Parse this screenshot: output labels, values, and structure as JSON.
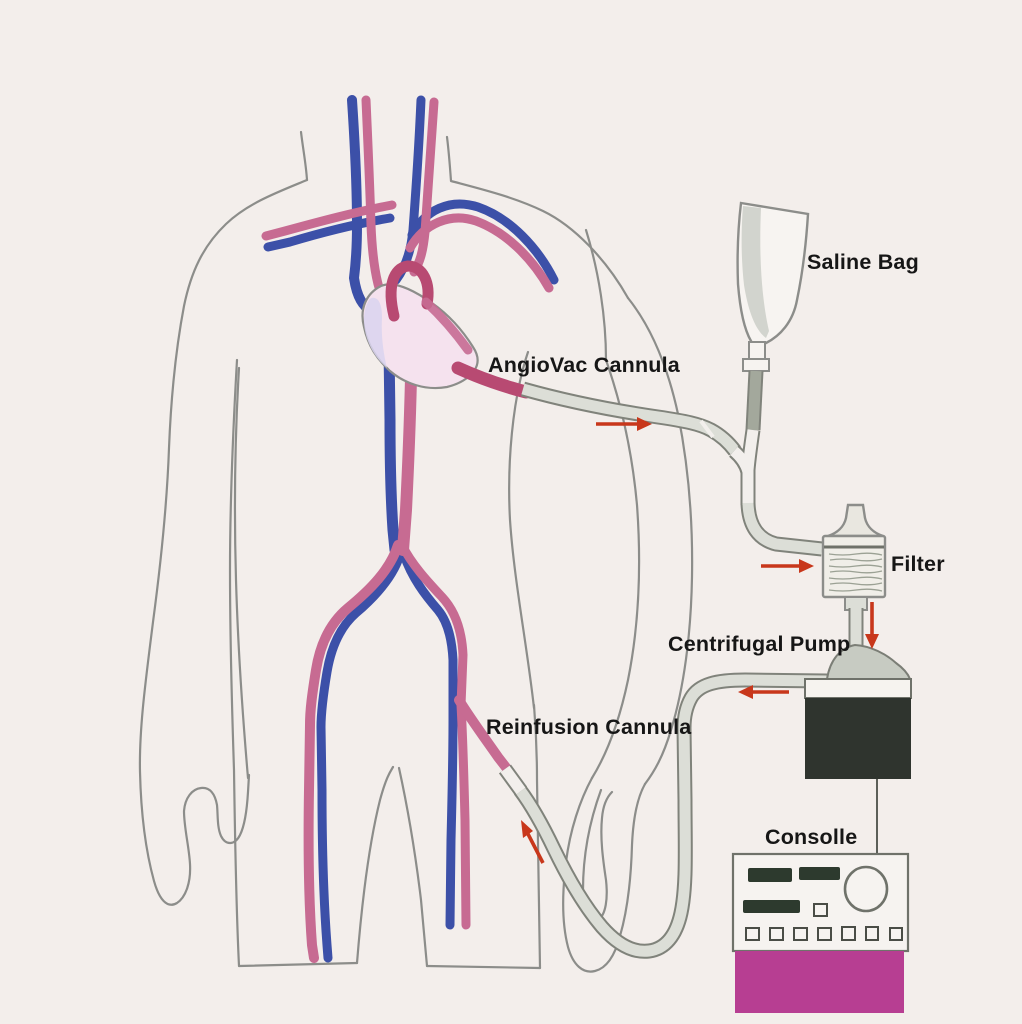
{
  "diagram": {
    "title": "AngioVac aspiration circuit diagram",
    "labels": {
      "saline_bag": "Saline Bag",
      "angiovac_cannula": "AngioVac Cannula",
      "filter": "Filter",
      "centrifugal_pump": "Centrifugal Pump",
      "reinfusion_cannula": "Reinfusion Cannula",
      "console": "Consolle"
    },
    "components": [
      {
        "name": "patient-figure",
        "description": "hand-drawn human torso with venous (blue) and arterial (pink) vessels and heart"
      },
      {
        "name": "angiovac-cannula",
        "description": "drainage cannula from heart to circuit"
      },
      {
        "name": "saline-bag",
        "description": "saline bag feeding the circuit through a Y connector"
      },
      {
        "name": "filter",
        "description": "in-line filter canister"
      },
      {
        "name": "centrifugal-pump",
        "description": "pump head with black housing connected by wire to console"
      },
      {
        "name": "console",
        "description": "control console with knob, display bars and button row"
      },
      {
        "name": "reinfusion-cannula",
        "description": "return cannula to femoral vein"
      }
    ],
    "flow_arrows": [
      {
        "name": "angiovac-flow-arrow",
        "direction": "right"
      },
      {
        "name": "filter-inflow-arrow",
        "direction": "right"
      },
      {
        "name": "filter-outflow-arrow",
        "direction": "down"
      },
      {
        "name": "pump-outflow-arrow",
        "direction": "left"
      },
      {
        "name": "reinfusion-flow-arrow",
        "direction": "up"
      }
    ],
    "colors": {
      "background": "#f3eeeb",
      "outline": "#8c8d8a",
      "vein_blue": "#3c50a8",
      "artery_pink": "#c76b92",
      "artery_deep": "#b84a72",
      "heart_fill": "#f5e2ee",
      "atrium_fill": "#d9d3ee",
      "tube_fill": "#dcded7",
      "tube_stroke": "#80837b",
      "saline_tube": "#a3a89c",
      "arrow_red": "#c8371b",
      "pump_black": "#2f342e",
      "console_dark": "#2d3a2e",
      "console_magenta": "#b73e92"
    }
  }
}
